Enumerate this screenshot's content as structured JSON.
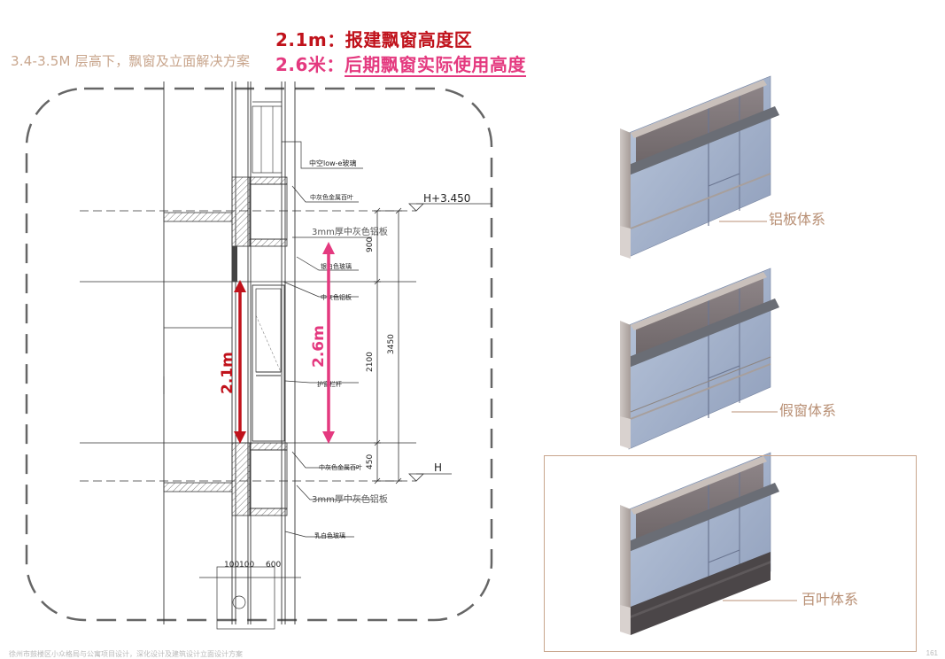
{
  "header": {
    "subtitle": "3.4-3.5M 层高下，飘窗及立面解决方案",
    "highlight_1": "2.1m：报建飘窗高度区",
    "highlight_2_prefix": "2.6米：",
    "highlight_2_text": "后期飘窗实际使用高度"
  },
  "drawing": {
    "annotations": {
      "glass": "中空low-e玻璃",
      "louver_top": "中灰色金属百叶",
      "plate_top": "3mm厚中灰色铝板",
      "window_glass": "银白色玻璃",
      "al_plate": "中灰色铝板",
      "railing": "护窗栏杆",
      "louver_bottom": "中灰色金属百叶",
      "plate_bottom": "3mm厚中灰色铝板",
      "milk_glass": "乳白色玻璃"
    },
    "level_top": "H+3.450",
    "level_bottom": "H",
    "dims": {
      "d900": "900",
      "d2100": "2100",
      "d450": "450",
      "d3450": "3450",
      "w100a": "100",
      "w100b": "100",
      "w600": "600"
    },
    "arrow_red_label": "2.1m",
    "arrow_pink_label": "2.6m"
  },
  "systems": {
    "aluminum_plate": "铝板体系",
    "fake_window": "假窗体系",
    "louver": "百叶体系"
  },
  "footer": {
    "text": "徐州市鼓楼区小众格局与公寓项目设计，深化设计及建筑设计立面设计方案",
    "page": "161"
  },
  "colors": {
    "accent_red": "#c0121b",
    "accent_pink": "#e4397f",
    "label_tan": "#b88f74"
  }
}
